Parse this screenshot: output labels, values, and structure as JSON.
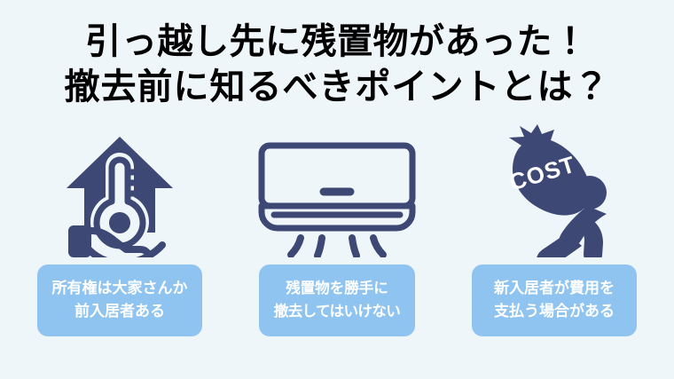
{
  "background_color": "#eff6fa",
  "icon_color": "#3e4874",
  "caption_box_color": "#8fc4f0",
  "caption_text_color": "#ffffff",
  "title_color": "#000000",
  "title": {
    "line1": "引っ越し先に残置物があった！",
    "line2": "撤去前に知るべきポイントとは？"
  },
  "columns": [
    {
      "icon": "house-key-in-hand-icon",
      "caption": {
        "line1": "所有権は大家さんか",
        "line2": "前入居者ある"
      }
    },
    {
      "icon": "air-conditioner-icon",
      "caption": {
        "line1": "残置物を勝手に",
        "line2": "撤去してはいけない"
      }
    },
    {
      "icon": "person-carrying-cost-bag-icon",
      "icon_label": "COST",
      "caption": {
        "line1": "新入居者が費用を",
        "line2": "支払う場合がある"
      }
    }
  ]
}
